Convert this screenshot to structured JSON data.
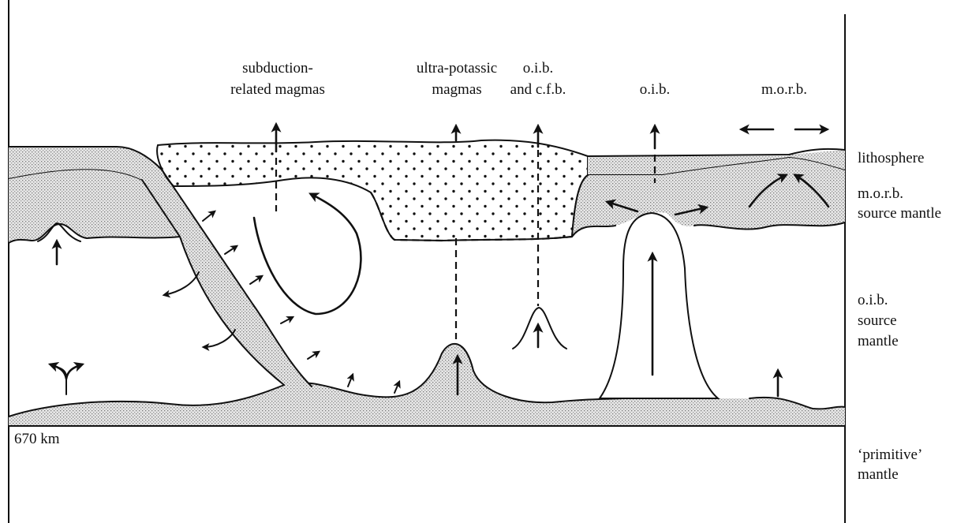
{
  "labels": {
    "subduction_line1": "subduction-",
    "subduction_line2": "related magmas",
    "ultra_line1": "ultra-potassic",
    "ultra_line2": "magmas",
    "oib_cfb_line1": "o.i.b.",
    "oib_cfb_line2": "and c.f.b.",
    "oib_top": "o.i.b.",
    "morb_top": "m.o.r.b.",
    "lithosphere": "lithosphere",
    "morb_source_line1": "m.o.r.b.",
    "morb_source_line2": "source mantle",
    "oib_source_line1": "o.i.b.",
    "oib_source_line2": "source",
    "oib_source_line3": "mantle",
    "depth": "670 km",
    "primitive_line1": "‘primitive’",
    "primitive_line2": "mantle"
  }
}
